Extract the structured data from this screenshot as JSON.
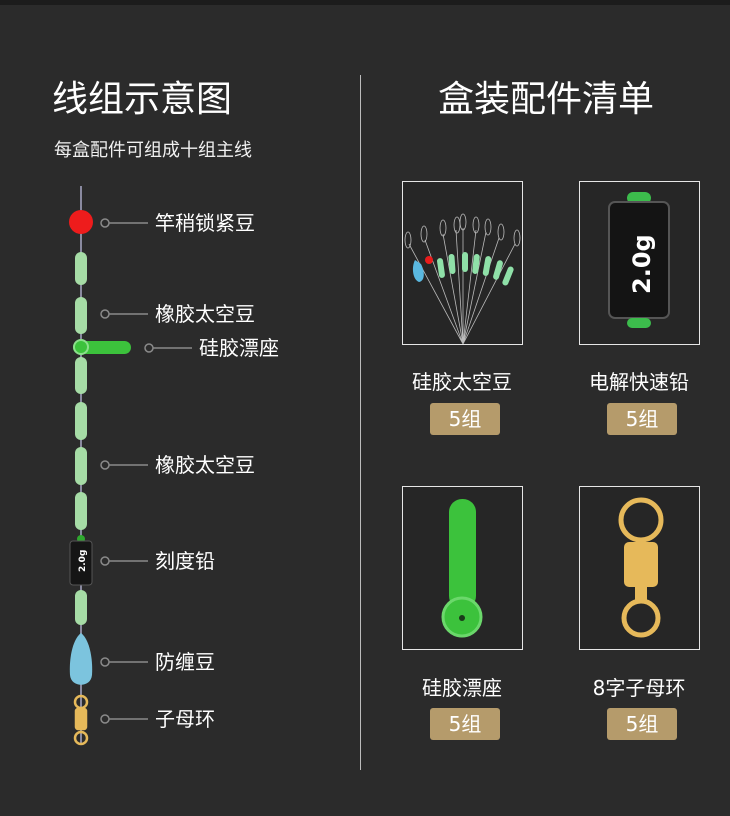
{
  "left": {
    "title": "线组示意图",
    "subtitle": "每盒配件可组成十组主线",
    "labels": [
      "竿稍锁紧豆",
      "橡胶太空豆",
      "硅胶漂座",
      "橡胶太空豆",
      "刻度铅",
      "防缠豆",
      "子母环"
    ],
    "lead_text": "2.0g"
  },
  "right": {
    "title": "盒装配件清单",
    "items": [
      {
        "name": "硅胶太空豆",
        "count": "5组"
      },
      {
        "name": "电解快速铅",
        "count": "5组",
        "lead_text": "2.0g"
      },
      {
        "name": "硅胶漂座",
        "count": "5组"
      },
      {
        "name": "8字子母环",
        "count": "5组"
      }
    ]
  },
  "colors": {
    "background": "#2b2b2b",
    "badge": "#b59b6b",
    "bead_green": "#a6dca6",
    "float_green": "#3cc23c",
    "gold": "#e6b95a"
  }
}
